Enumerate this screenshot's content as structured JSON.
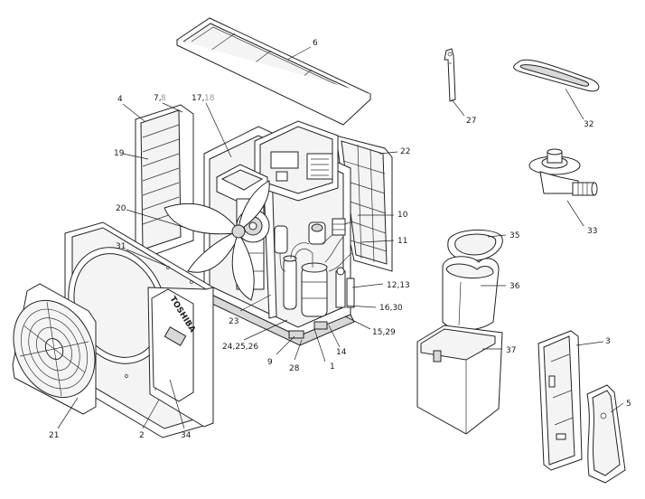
{
  "labels": [
    {
      "id": "6",
      "text": "6"
    },
    {
      "id": "27",
      "text": "27"
    },
    {
      "id": "32",
      "text": "32"
    },
    {
      "id": "4",
      "text": "4"
    },
    {
      "id": "7_8a",
      "text": "7,"
    },
    {
      "id": "7_8b",
      "text": "8"
    },
    {
      "id": "17_18a",
      "text": "17,"
    },
    {
      "id": "17_18b",
      "text": "18"
    },
    {
      "id": "19",
      "text": "19"
    },
    {
      "id": "22",
      "text": "22"
    },
    {
      "id": "33",
      "text": "33"
    },
    {
      "id": "20",
      "text": "20"
    },
    {
      "id": "10",
      "text": "10"
    },
    {
      "id": "11",
      "text": "11"
    },
    {
      "id": "35",
      "text": "35"
    },
    {
      "id": "31",
      "text": "31"
    },
    {
      "id": "12_13",
      "text": "12,13"
    },
    {
      "id": "36",
      "text": "36"
    },
    {
      "id": "16_30",
      "text": "16,30"
    },
    {
      "id": "23",
      "text": "23"
    },
    {
      "id": "15_29",
      "text": "15,29"
    },
    {
      "id": "3",
      "text": "3"
    },
    {
      "id": "24_25_26",
      "text": "24,25,26"
    },
    {
      "id": "14",
      "text": "14"
    },
    {
      "id": "37",
      "text": "37"
    },
    {
      "id": "9",
      "text": "9"
    },
    {
      "id": "28",
      "text": "28"
    },
    {
      "id": "1",
      "text": "1"
    },
    {
      "id": "5",
      "text": "5"
    },
    {
      "id": "21",
      "text": "21"
    },
    {
      "id": "2",
      "text": "2"
    },
    {
      "id": "34",
      "text": "34"
    }
  ],
  "colors": {
    "line": "#222222",
    "label": "#1a1a1a",
    "label_muted": "#9a9a9a",
    "background": "#ffffff"
  },
  "brand_mark": "TOSHIBA"
}
